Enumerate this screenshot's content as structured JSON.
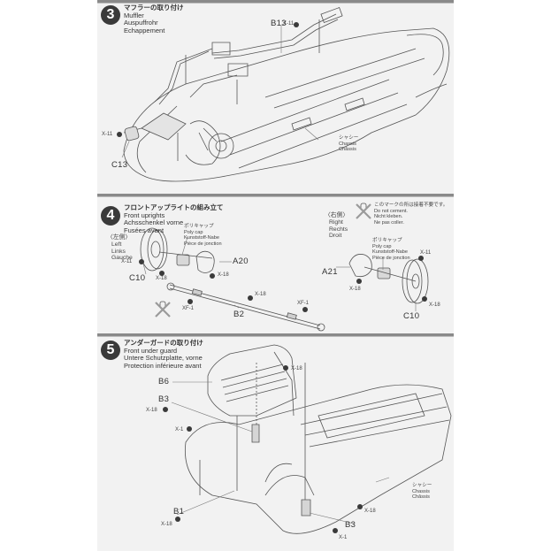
{
  "document": "Assembly instruction manual page",
  "steps": [
    {
      "number": "3",
      "title_jp": "マフラーの取り付け",
      "title_en": "Muffler",
      "title_de": "Auspuffrohr",
      "title_fr": "Echappement",
      "callouts": {
        "b13": "B13",
        "x11_top": "X-11",
        "x11_left": "X-11",
        "c13": "C13",
        "chassis_jp": "シャシー",
        "chassis_en": "Chassis",
        "chassis_fr": "Châssis"
      }
    },
    {
      "number": "4",
      "title_jp": "フロントアップライトの組み立て",
      "title_en": "Front uprights",
      "title_de": "Achsschenkel vorne",
      "title_fr": "Fusées avant",
      "left_side": {
        "jp": "〈左側〉",
        "en": "Left",
        "de": "Links",
        "fr": "Gauche"
      },
      "right_side": {
        "jp": "〈右側〉",
        "en": "Right",
        "de": "Rechts",
        "fr": "Droit"
      },
      "poly_cap": {
        "jp": "ポリキャップ",
        "en": "Poly cap",
        "de": "Kunststoff-Nabe",
        "fr": "Pièce de jonction"
      },
      "no_cement": {
        "jp": "このマークの所は接着不要です。",
        "en": "Do not cement.",
        "de": "Nicht kleben.",
        "fr": "Ne pas coller."
      },
      "callouts": {
        "x11_left": "X-11",
        "x18_left_a": "X-18",
        "x18_left_b": "X-18",
        "x18_rod": "X-18",
        "c10_left": "C10",
        "a20": "A20",
        "xf1_left": "XF-1",
        "b2": "B2",
        "xf1_right": "XF-1",
        "a21": "A21",
        "x18_right_a": "X-18",
        "x11_right": "X-11",
        "x18_right_b": "X-18",
        "c10_right": "C10"
      }
    },
    {
      "number": "5",
      "title_jp": "アンダーガードの取り付け",
      "title_en": "Front under guard",
      "title_de": "Untere Schutzplatte, vorne",
      "title_fr": "Protection inférieure avant",
      "callouts": {
        "x18_top": "X-18",
        "b6": "B6",
        "b3_top": "B3",
        "x18_left": "X-18",
        "x1_left": "X-1",
        "b1": "B1",
        "x18_bottom_left": "X-18",
        "x18_bottom_right": "X-18",
        "b3_bottom": "B3",
        "x1_bottom": "X-1",
        "chassis_jp": "シャシー",
        "chassis_en": "Chassis",
        "chassis_fr": "Châssis"
      }
    }
  ]
}
